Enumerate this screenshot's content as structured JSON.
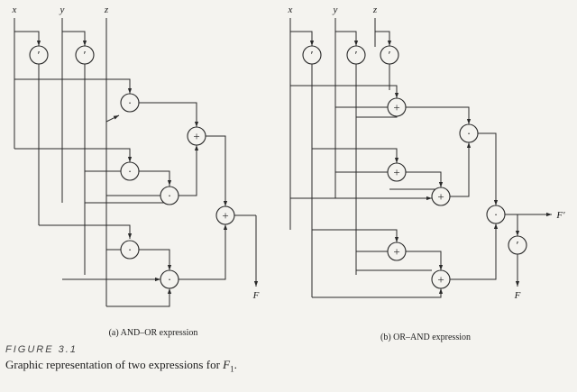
{
  "diagram_a": {
    "inputs": [
      "x",
      "y",
      "z"
    ],
    "caption": "(a)  AND–OR expression",
    "output": "F",
    "ops": {
      "not": "′",
      "and": "·",
      "or": "+"
    }
  },
  "diagram_b": {
    "inputs": [
      "x",
      "y",
      "z"
    ],
    "caption": "(b)  OR–AND expression",
    "output_prime": "F′",
    "output": "F",
    "ops": {
      "not": "′",
      "and": "·",
      "or": "+"
    }
  },
  "figure": {
    "label": "FIGURE 3.1",
    "caption_text": "Graphic representation of two expressions for ",
    "caption_var": "F",
    "caption_sub": "1",
    "caption_end": "."
  }
}
